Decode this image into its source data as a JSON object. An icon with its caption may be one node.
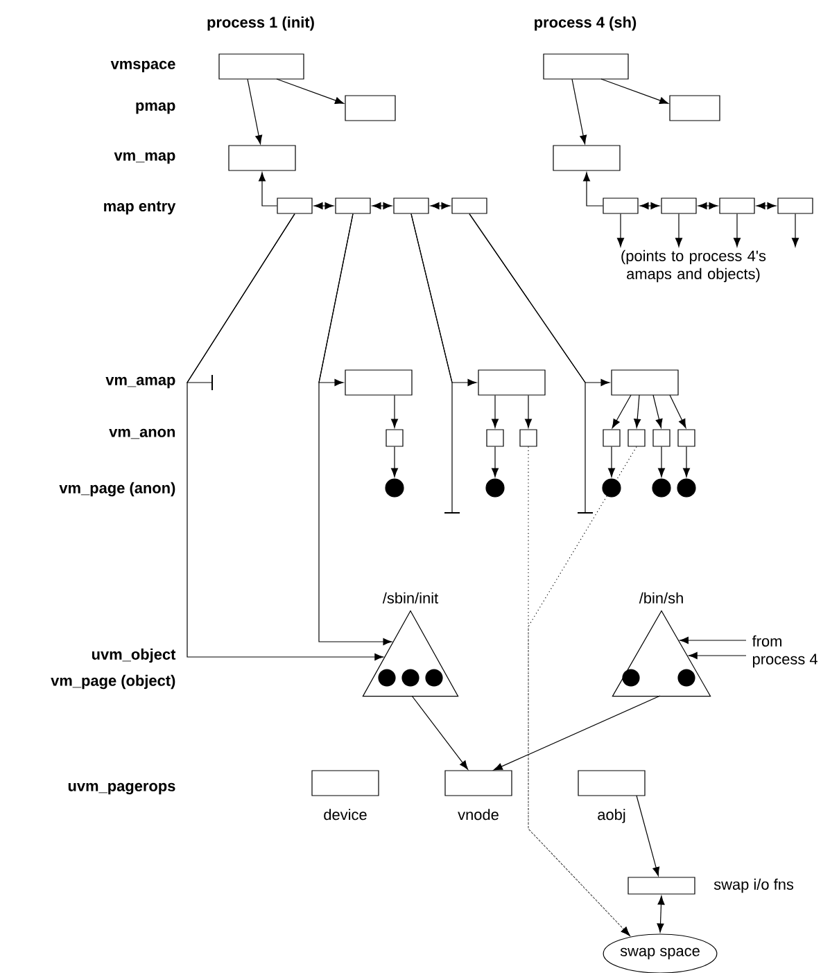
{
  "diagram": {
    "nodes": [
      {
        "text": [],
        "shape": "box"
      },
      {
        "text": [],
        "shape": "box"
      },
      {
        "text": [],
        "shape": "box"
      },
      {
        "text": [],
        "shape": "box"
      },
      {
        "text": [],
        "shape": "box"
      },
      {
        "text": [],
        "shape": "box"
      },
      {
        "text": [],
        "shape": "box"
      },
      {
        "text": [],
        "shape": "box"
      },
      {
        "text": [],
        "shape": "box"
      },
      {
        "text": [],
        "shape": "box"
      },
      {
        "text": [],
        "shape": "box"
      },
      {
        "text": [],
        "shape": "box"
      },
      {
        "text": [],
        "shape": "box"
      },
      {
        "text": [],
        "shape": "box"
      },
      {
        "text": [
          "(points to process 4's amaps and objects)"
        ]
      },
      {
        "text": [],
        "shape": "box"
      },
      {
        "text": [],
        "shape": "box"
      },
      {
        "text": [],
        "shape": "box"
      },
      {
        "text": [],
        "shape": "box"
      },
      {
        "text": [],
        "shape": "box"
      },
      {
        "text": [],
        "shape": "box"
      },
      {
        "text": [],
        "shape": "box"
      },
      {
        "text": [],
        "shape": "box"
      },
      {
        "text": [],
        "shape": "box"
      },
      {
        "text": [],
        "shape": "box"
      },
      {
        "text": [],
        "shape": "circle"
      },
      {
        "text": [],
        "shape": "circle"
      },
      {
        "text": [],
        "shape": "circle"
      },
      {
        "text": [],
        "shape": "circle"
      },
      {
        "text": [],
        "shape": "circle"
      },
      {
        "text": [
          "/sbin/init"
        ]
      },
      {
        "text": [
          "/bin/sh"
        ]
      },
      {
        "text": [
          "from process 4"
        ]
      },
      {
        "text": [],
        "shape": "box",
        "beside": [
          "device"
        ]
      },
      {
        "text": [],
        "shape": "box",
        "beside": [
          "vnode"
        ]
      },
      {
        "text": [],
        "shape": "box",
        "beside": [
          "aobj"
        ]
      },
      {
        "text": [],
        "shape": "box",
        "beside": [
          "swap i/o fns"
        ]
      },
      {
        "text": [
          "swap space"
        ]
      }
    ],
    "edges": [
      {
        "from": 0,
        "to": 2,
        "arrow": "to"
      },
      {
        "from": 0,
        "to": 1,
        "arrow": "to"
      },
      {
        "from": 3,
        "to": 4,
        "arrow": "both"
      },
      {
        "from": 4,
        "to": 5,
        "arrow": "both"
      },
      {
        "from": 5,
        "to": 6,
        "arrow": "both"
      },
      {
        "from": 3,
        "to": 2,
        "arrow": "to"
      },
      {
        "from": 7,
        "to": 9,
        "arrow": "to"
      },
      {
        "from": 7,
        "to": 8,
        "arrow": "to"
      },
      {
        "from": 10,
        "to": 11,
        "arrow": "both"
      },
      {
        "from": 11,
        "to": 12,
        "arrow": "both"
      },
      {
        "from": 12,
        "to": 13,
        "arrow": "both"
      },
      {
        "from": 10,
        "to": 9,
        "arrow": "to"
      },
      {
        "from": 10,
        "to": 14,
        "arrow": "to"
      },
      {
        "from": 11,
        "to": 14,
        "arrow": "to"
      },
      {
        "from": 12,
        "to": 14,
        "arrow": "to"
      },
      {
        "from": 13,
        "to": 14,
        "arrow": "to"
      },
      {
        "from": 3,
        "to": 30,
        "arrow": "to"
      },
      {
        "from": 3,
        "to": null,
        "arrow": "none"
      },
      {
        "from": 4,
        "to": 15,
        "arrow": "to"
      },
      {
        "from": 4,
        "to": 30,
        "arrow": "to"
      },
      {
        "from": 5,
        "to": 16,
        "arrow": "to"
      },
      {
        "from": 5,
        "to": null,
        "arrow": "none"
      },
      {
        "from": 6,
        "to": 17,
        "arrow": "to"
      },
      {
        "from": 6,
        "to": null,
        "arrow": "none"
      },
      {
        "from": 15,
        "to": 18,
        "arrow": "to"
      },
      {
        "from": 16,
        "to": 19,
        "arrow": "to"
      },
      {
        "from": 16,
        "to": 20,
        "arrow": "to"
      },
      {
        "from": 17,
        "to": 21,
        "arrow": "to"
      },
      {
        "from": 17,
        "to": 22,
        "arrow": "to"
      },
      {
        "from": 17,
        "to": 23,
        "arrow": "to"
      },
      {
        "from": 17,
        "to": 24,
        "arrow": "to"
      },
      {
        "from": 18,
        "to": 25,
        "arrow": "to"
      },
      {
        "from": 19,
        "to": 26,
        "arrow": "to"
      },
      {
        "from": 21,
        "to": 27,
        "arrow": "to"
      },
      {
        "from": 23,
        "to": 28,
        "arrow": "to"
      },
      {
        "from": 24,
        "to": 29,
        "arrow": "to"
      },
      {
        "from": 20,
        "to": 37,
        "arrow": "to",
        "style": "dashed"
      },
      {
        "from": 22,
        "to": 37,
        "arrow": "to",
        "style": "dashed"
      },
      {
        "from": 32,
        "to": 31,
        "arrow": "to"
      },
      {
        "from": 32,
        "to": 31,
        "arrow": "to"
      },
      {
        "from": 30,
        "to": 34,
        "arrow": "to"
      },
      {
        "from": 31,
        "to": 34,
        "arrow": "to"
      },
      {
        "from": 35,
        "to": 36,
        "arrow": "to"
      },
      {
        "from": 36,
        "to": 37,
        "arrow": "both"
      }
    ],
    "labels": [
      "process 1 (init)",
      "process 4 (sh)",
      "vmspace",
      "pmap",
      "vm_map",
      "map entry",
      "vm_amap",
      "vm_anon",
      "vm_page (anon)",
      "uvm_object",
      "vm_page (object)",
      "uvm_pagerops"
    ]
  }
}
